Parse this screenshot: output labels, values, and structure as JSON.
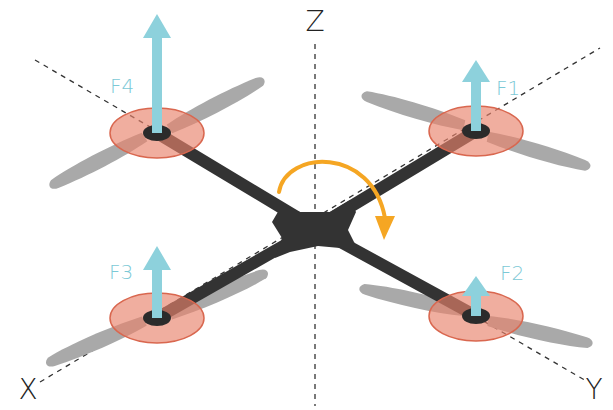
{
  "diagram": {
    "labels": [
      "Z",
      "F4",
      "F1",
      "F3",
      "F2",
      "X",
      "Y"
    ]
  }
}
